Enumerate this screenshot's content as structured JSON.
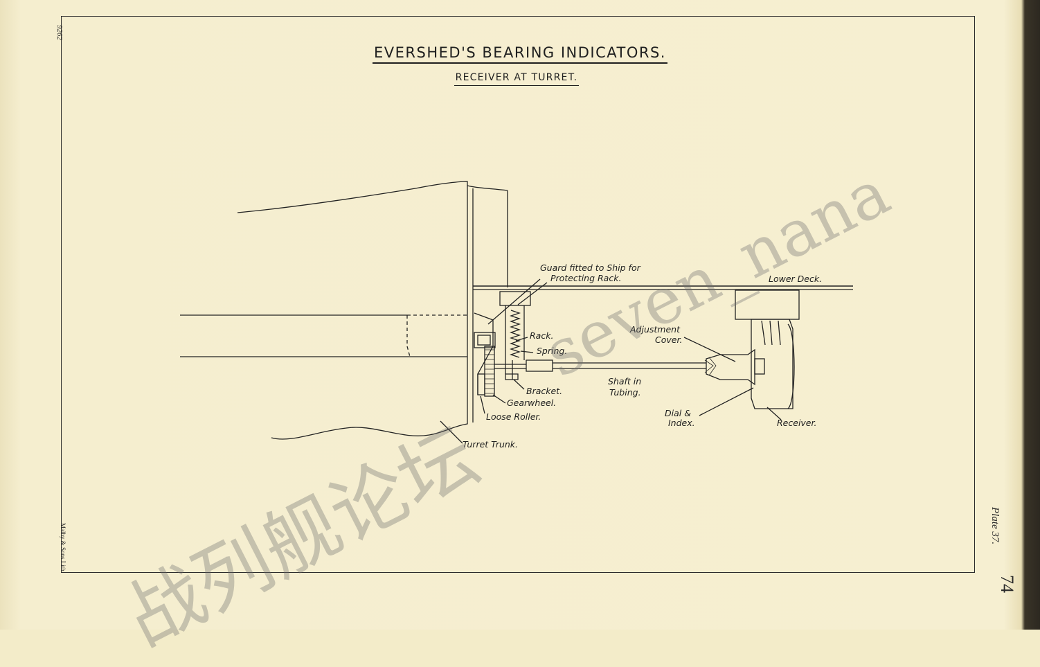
{
  "title": "EVERSHED'S BEARING INDICATORS.",
  "subtitle": "RECEIVER AT TURRET.",
  "document_number": "9262",
  "printer_mark": "Malby & Sons Lith.",
  "plate_label": "Plate 37.",
  "page_number": "74",
  "labels": {
    "guard": [
      "Guard fitted to Ship for",
      "Protecting Rack."
    ],
    "lower_deck": "Lower Deck.",
    "rack": "Rack.",
    "spring": "Spring.",
    "bracket": "Bracket.",
    "gearwheel": "Gearwheel.",
    "loose_roller": "Loose Roller.",
    "turret_trunk": "Turret Trunk.",
    "shaft": [
      "Shaft in",
      "Tubing."
    ],
    "adjustment_cover": [
      "Adjustment",
      "Cover."
    ],
    "dial_index": [
      "Dial &",
      "Index."
    ],
    "receiver": "Receiver."
  },
  "watermarks": {
    "latin": "seven_nana",
    "cjk": "战列舰论坛"
  }
}
